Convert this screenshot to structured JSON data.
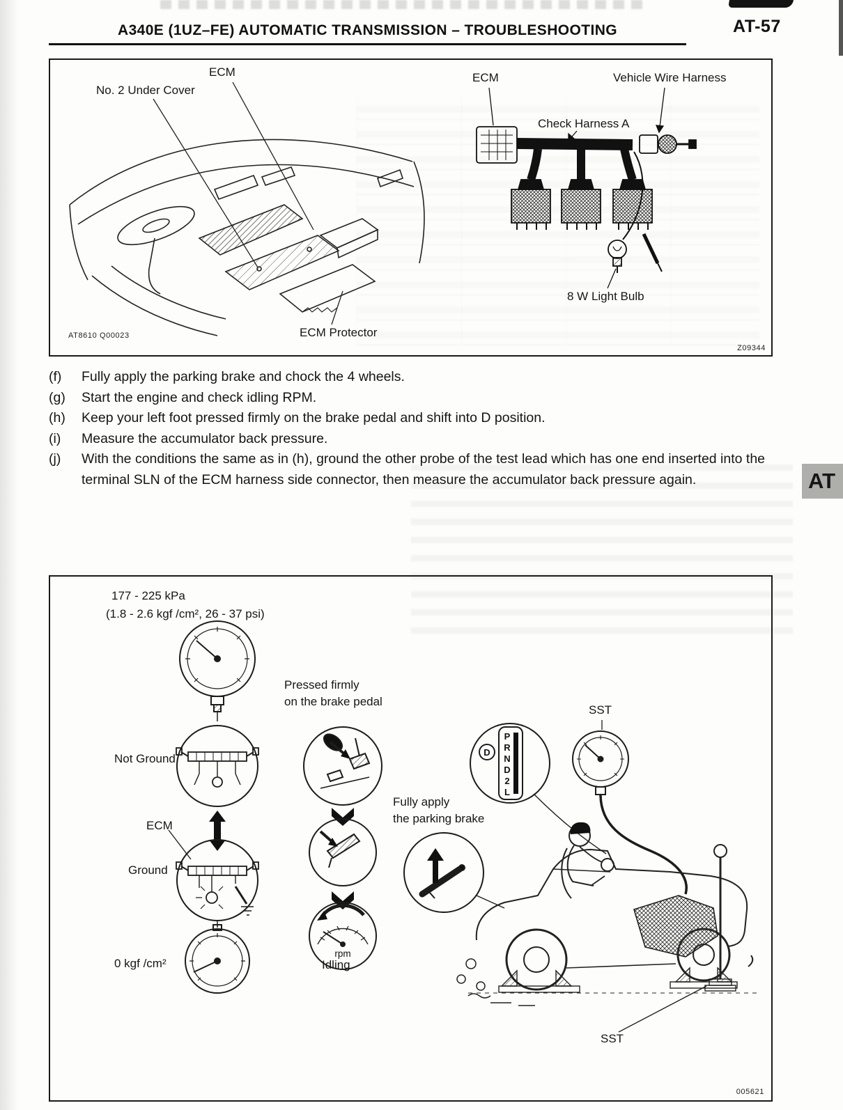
{
  "header": {
    "title": "A340E (1UZ–FE) AUTOMATIC TRANSMISSION – TROUBLESHOOTING",
    "page_number": "AT-57"
  },
  "side_tab": {
    "label": "AT"
  },
  "figure1": {
    "ecm_label_left": "ECM",
    "under_cover_label": "No. 2 Under Cover",
    "ecm_protector_label": "ECM Protector",
    "figure_code": "AT8610 Q00023",
    "ecm_label_right": "ECM",
    "vehicle_wire_harness_label": "Vehicle Wire Harness",
    "check_harness_label": "Check Harness A",
    "light_bulb_label": "8 W Light Bulb",
    "ref_code": "Z09344"
  },
  "steps": [
    {
      "id": "(f)",
      "text": "Fully apply the parking brake and chock the 4 wheels."
    },
    {
      "id": "(g)",
      "text": "Start the engine and check idling RPM."
    },
    {
      "id": "(h)",
      "text": "Keep your left foot pressed firmly on the brake pedal and shift into D position."
    },
    {
      "id": "(i)",
      "text": "Measure the accumulator back pressure."
    },
    {
      "id": "(j)",
      "text": "With the conditions the same as in (h), ground the other probe of the test lead which has one end inserted into the terminal SLN of the ECM harness side connector, then measure the accumulator back pressure again."
    }
  ],
  "figure2": {
    "pressure_spec_line1": "177 - 225 kPa",
    "pressure_spec_line2": "(1.8 - 2.6 kgf /cm², 26 - 37 psi)",
    "not_ground_label": "Not Ground",
    "ecm_label": "ECM",
    "ground_label": "Ground",
    "zero_pressure_label": "0 kgf /cm²",
    "brake_label_line1": "Pressed firmly",
    "brake_label_line2": "on the brake pedal",
    "parking_label_line1": "Fully apply",
    "parking_label_line2": "the parking brake",
    "idling_label": "Idling",
    "rpm_label": "rpm",
    "sst_label_top": "SST",
    "sst_label_bottom": "SST",
    "shift_positions": [
      "P",
      "R",
      "N",
      "D",
      "2",
      "L"
    ],
    "shift_selected": "D",
    "ref_code": "005621"
  }
}
